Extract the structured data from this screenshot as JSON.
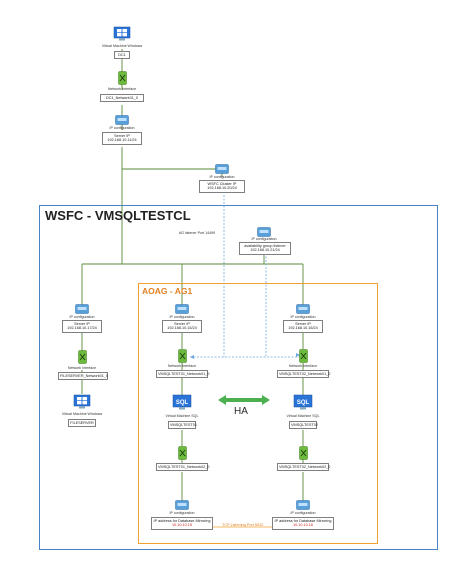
{
  "wsfc": {
    "title": "WSFC - VMSQLTESTCL",
    "color": "#4a82c5"
  },
  "aoag": {
    "title": "AOAG - AG1",
    "color": "#f0a030"
  },
  "dc": {
    "vm_label": "Virtual Machine Windows",
    "vm_name": "DC1",
    "nic_label": "Network Interface",
    "nic_name": "DC1_Network01_0",
    "ip_label": "IP configuration",
    "ip_line1": "Server IP",
    "ip_line2": "192.168.10.11/24"
  },
  "cluster_ip": {
    "label": "IP configuration",
    "line1": "WSFC Cluster IP",
    "line2": "192.168.10.20/24"
  },
  "listener_ip": {
    "label": "IP configuration",
    "line1": "availability group listener",
    "line2": "192.168.10.21/24"
  },
  "ag_listener_port": "AG listener Port 14499",
  "ha_label": "HA",
  "tcp_label": "TCP Listening Port 5022",
  "fileserver": {
    "ip_label": "IP configuration",
    "ip_line1": "Server IP",
    "ip_line2": "192.168.10.17/24",
    "nic_label": "Network Interface",
    "nic_name": "FILESERVER_Network01_0",
    "vm_label": "Virtual Machine Windows",
    "vm_name": "FILESERVER"
  },
  "sql1": {
    "ip_label": "IP configuration",
    "ip_line1": "Server IP",
    "ip_line2": "192.168.10.15/24",
    "nic_label": "Network Interface",
    "nic_name": "VMSQLTEST01_Network01_0",
    "vm_label": "Virtual Machine SQL",
    "vm_name": "VMSQLTEST01",
    "nic2_name": "VMSQLTEST01_Network02_0",
    "mirror_label": "IP configuration",
    "mirror_line1": "IP address for Database Mirroring",
    "mirror_line2": "10.10.10.15"
  },
  "sql2": {
    "ip_label": "IP configuration",
    "ip_line1": "Server IP",
    "ip_line2": "192.168.10.16/24",
    "nic_label": "Network Interface",
    "nic_name": "VMSQLTEST02_Network01_0",
    "vm_label": "Virtual Machine SQL",
    "vm_name": "VMSQLTEST02",
    "nic2_name": "VMSQLTEST02_Network02_0",
    "mirror_label": "IP configuration",
    "mirror_line1": "IP address for Database Mirroring",
    "mirror_line2": "10.10.10.16"
  },
  "icons": {
    "vm": "windows-vm-icon",
    "sql": "sql-vm-icon",
    "nic": "network-interface-icon",
    "ip": "ip-configuration-icon"
  },
  "colors": {
    "line": "#3a7a2a",
    "dashed": "#6fa8dc",
    "ha_arrow": "#4caf50",
    "mirror_line": "#f0a030"
  }
}
